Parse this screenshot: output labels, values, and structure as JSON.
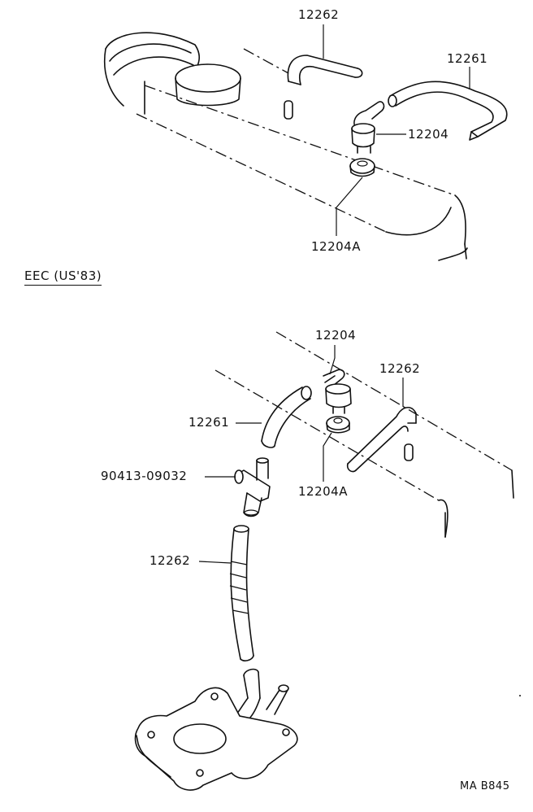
{
  "top_section": {
    "labels": {
      "hose_12262": "12262",
      "hose_12261": "12261",
      "valve_12204": "12204",
      "grommet_12204a": "12204A"
    }
  },
  "bottom_section": {
    "title": "EEC (US'83)",
    "labels": {
      "valve_12204": "12204",
      "hose_12262_upper": "12262",
      "hose_12261": "12261",
      "union_90413": "90413-09032",
      "grommet_12204a": "12204A",
      "hose_12262_lower": "12262"
    }
  },
  "footer": {
    "code": "MA B845"
  }
}
